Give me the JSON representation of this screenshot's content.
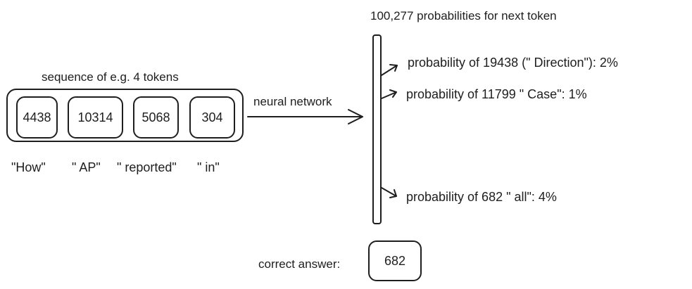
{
  "header": {
    "probabilities_title": "100,277 probabilities for next token"
  },
  "input": {
    "sequence_label": "sequence of e.g. 4 tokens",
    "tokens": [
      {
        "id": "4438",
        "text": "\"How\""
      },
      {
        "id": "10314",
        "text": "\" AP\""
      },
      {
        "id": "5068",
        "text": "\" reported\""
      },
      {
        "id": "304",
        "text": "\" in\""
      }
    ]
  },
  "network_label": "neural network",
  "outputs": [
    "probability of 19438 (\" Direction\"): 2%",
    "probability of 11799 \" Case\": 1%",
    "probability of 682 \" all\": 4%"
  ],
  "answer": {
    "label": "correct answer:",
    "value": "682"
  }
}
